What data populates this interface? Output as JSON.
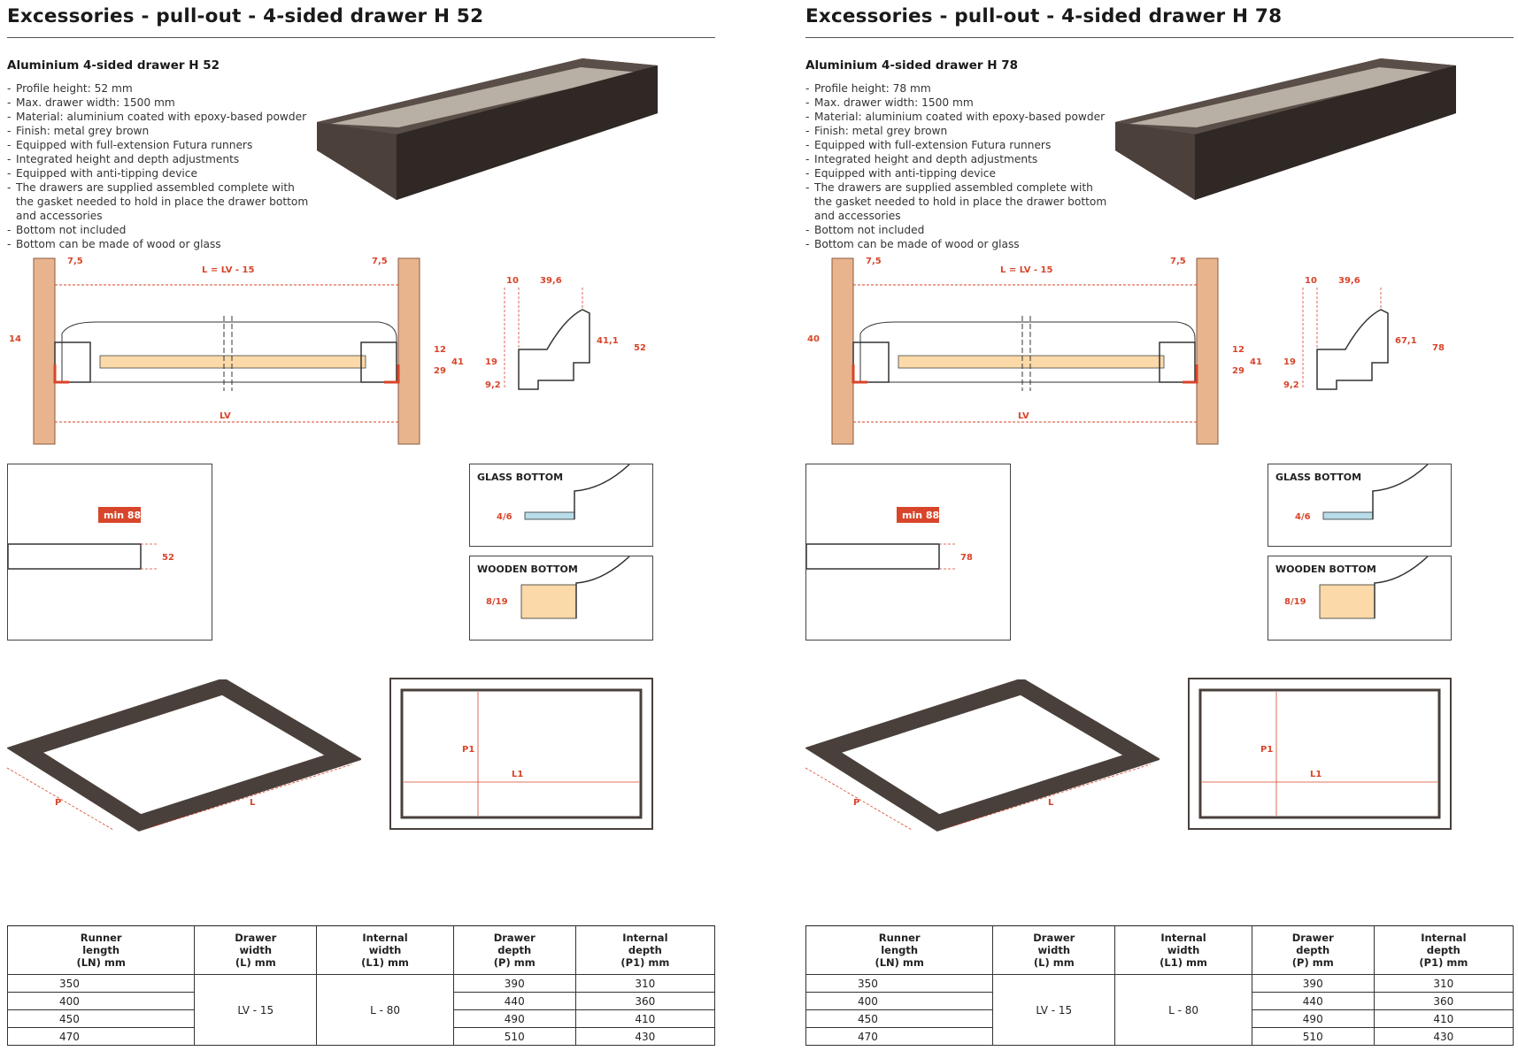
{
  "pages": [
    {
      "title": "Excessories - pull-out - 4-sided drawer H 52",
      "subtitle": "Aluminium 4-sided drawer H 52",
      "features": [
        "Profile height: 52 mm",
        "Max. drawer width: 1500 mm",
        "Material: aluminium coated with epoxy-based powder",
        "Finish: metal grey brown",
        "Equipped with full-extension Futura runners",
        "Integrated height and depth adjustments",
        "Equipped with anti-tipping device",
        "The drawers are supplied assembled complete with the gasket needed to hold in place the drawer bottom and accessories",
        "Bottom not included",
        "Bottom can be made of wood or glass"
      ],
      "section_dims": {
        "gap_left": "7,5",
        "gap_right": "7,5",
        "length": "L = LV - 15",
        "side_height": "14",
        "lv": "LV",
        "d12": "12",
        "d29": "29",
        "d41": "41"
      },
      "profile_dims": {
        "top_a": "10",
        "top_b": "39,6",
        "inner": "41,1",
        "total": "52",
        "d19": "19",
        "d92": "9,2"
      },
      "side_detail": {
        "min": "min 88",
        "height": "52"
      },
      "glass": {
        "label": "GLASS BOTTOM",
        "dim": "4/6"
      },
      "wood": {
        "label": "WOODEN BOTTOM",
        "dim": "8/19"
      },
      "frame_labels": {
        "p": "P",
        "l": "L",
        "p1": "P1",
        "l1": "L1"
      },
      "table": {
        "headers": [
          [
            "Runner",
            "length",
            "(LN) mm"
          ],
          [
            "Drawer",
            "width",
            "(L) mm"
          ],
          [
            "Internal",
            "width",
            "(L1) mm"
          ],
          [
            "Drawer",
            "depth",
            "(P) mm"
          ],
          [
            "Internal",
            "depth",
            "(P1) mm"
          ]
        ],
        "runner_length": [
          "350",
          "400",
          "450",
          "470"
        ],
        "drawer_width": "LV - 15",
        "internal_width": "L - 80",
        "drawer_depth": [
          "390",
          "440",
          "490",
          "510"
        ],
        "internal_depth": [
          "310",
          "360",
          "410",
          "430"
        ]
      }
    },
    {
      "title": "Excessories - pull-out - 4-sided drawer H 78",
      "subtitle": "Aluminium 4-sided drawer H 78",
      "features": [
        "Profile height: 78 mm",
        "Max. drawer width: 1500 mm",
        "Material: aluminium coated with epoxy-based powder",
        "Finish: metal grey brown",
        "Equipped with full-extension Futura runners",
        "Integrated height and depth adjustments",
        "Equipped with anti-tipping device",
        "The drawers are supplied assembled complete with the gasket needed to hold in place the drawer bottom and accessories",
        "Bottom not included",
        "Bottom can be made of wood or glass"
      ],
      "section_dims": {
        "gap_left": "7,5",
        "gap_right": "7,5",
        "length": "L = LV - 15",
        "side_height": "40",
        "lv": "LV",
        "d12": "12",
        "d29": "29",
        "d41": "41"
      },
      "profile_dims": {
        "top_a": "10",
        "top_b": "39,6",
        "inner": "67,1",
        "total": "78",
        "d19": "19",
        "d92": "9,2"
      },
      "side_detail": {
        "min": "min 88",
        "height": "78"
      },
      "glass": {
        "label": "GLASS BOTTOM",
        "dim": "4/6"
      },
      "wood": {
        "label": "WOODEN BOTTOM",
        "dim": "8/19"
      },
      "frame_labels": {
        "p": "P",
        "l": "L",
        "p1": "P1",
        "l1": "L1"
      },
      "table": {
        "headers": [
          [
            "Runner",
            "length",
            "(LN) mm"
          ],
          [
            "Drawer",
            "width",
            "(L) mm"
          ],
          [
            "Internal",
            "width",
            "(L1) mm"
          ],
          [
            "Drawer",
            "depth",
            "(P) mm"
          ],
          [
            "Internal",
            "depth",
            "(P1) mm"
          ]
        ],
        "runner_length": [
          "350",
          "400",
          "450",
          "470"
        ],
        "drawer_width": "LV - 15",
        "internal_width": "L - 80",
        "drawer_depth": [
          "390",
          "440",
          "490",
          "510"
        ],
        "internal_depth": [
          "310",
          "360",
          "410",
          "430"
        ]
      }
    }
  ],
  "colors": {
    "accent": "#d8452a",
    "wood": "#e8b48e",
    "drawer": "#4a403b",
    "tray": "#b9b2a6",
    "glass": "#b8dce8",
    "woodbottom": "#fbd9a8"
  }
}
